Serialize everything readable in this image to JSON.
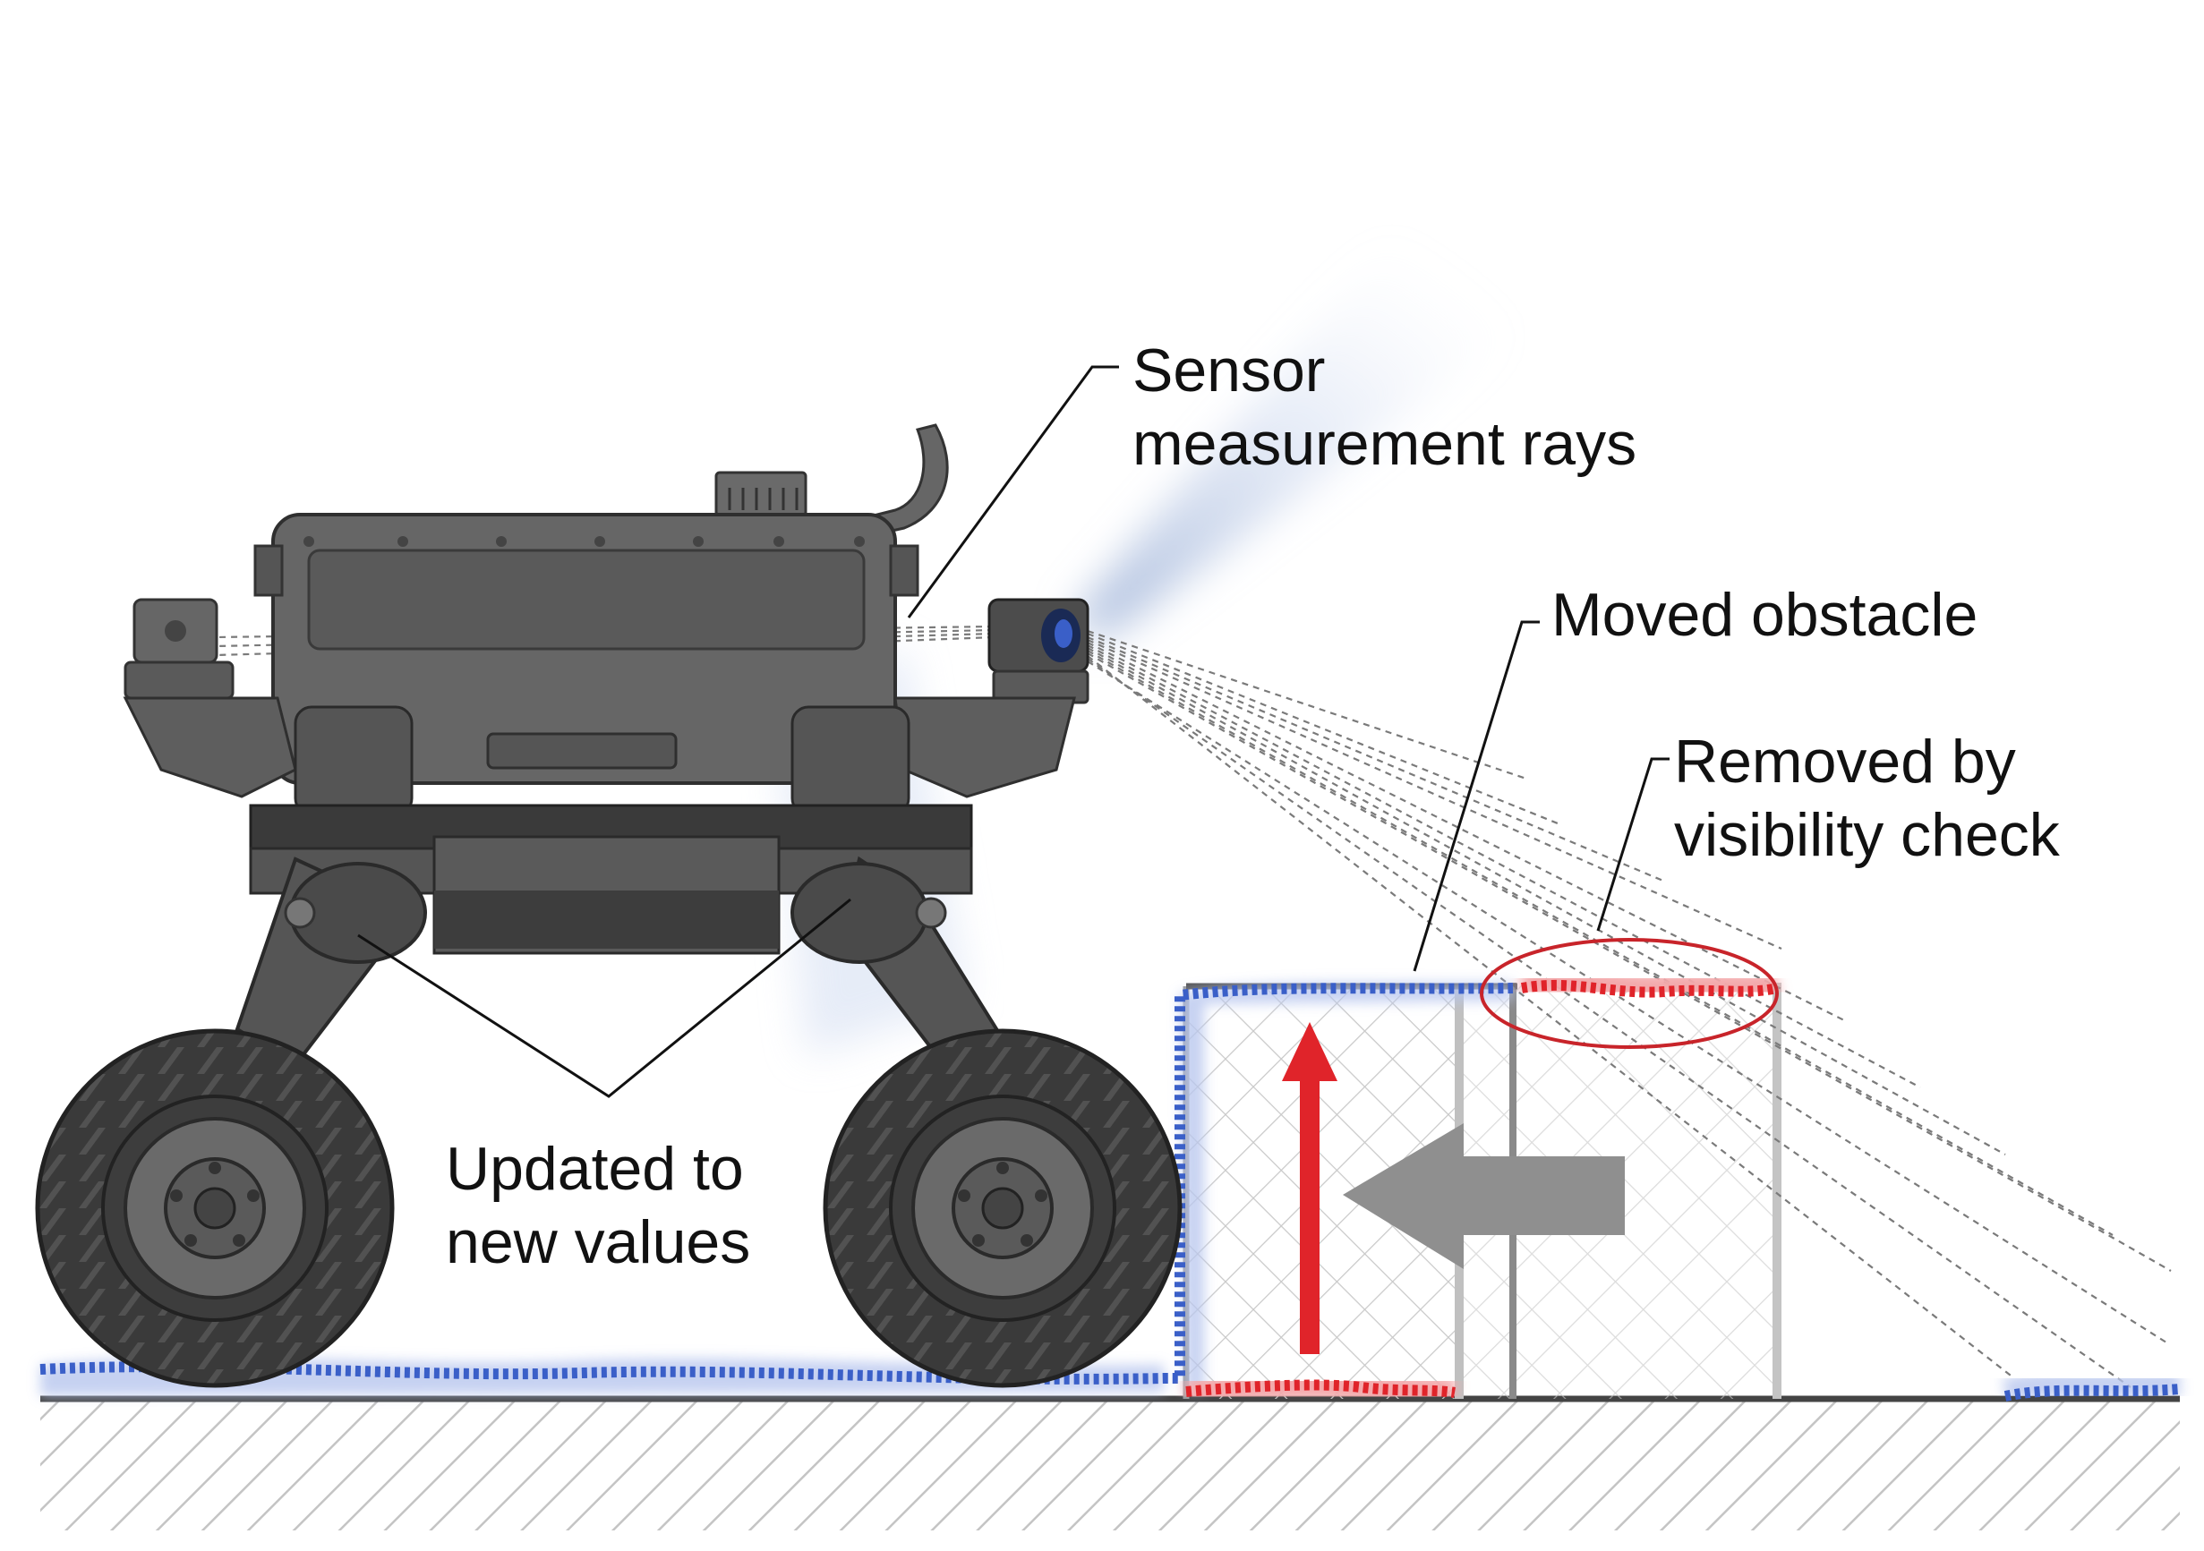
{
  "labels": {
    "sensor_rays": [
      "Sensor",
      "measurement rays"
    ],
    "moved_obstacle": "Moved obstacle",
    "removed_by": [
      "Removed by",
      "visibility check"
    ],
    "updated_to": [
      "Updated to",
      "new values"
    ]
  },
  "colors": {
    "robot_body": "#555555",
    "robot_dark": "#3a3a3a",
    "tire": "#333333",
    "map_blue": "#3a5fc8",
    "map_blue_glow": "#b8c6ee",
    "removed_red": "#e0242a",
    "arrow_gray": "#8f8f8f",
    "ground_hatch": "#c8c8c8"
  },
  "icons": {
    "up_arrow": "red-up-arrow-icon",
    "left_arrow": "gray-left-arrow-icon"
  }
}
